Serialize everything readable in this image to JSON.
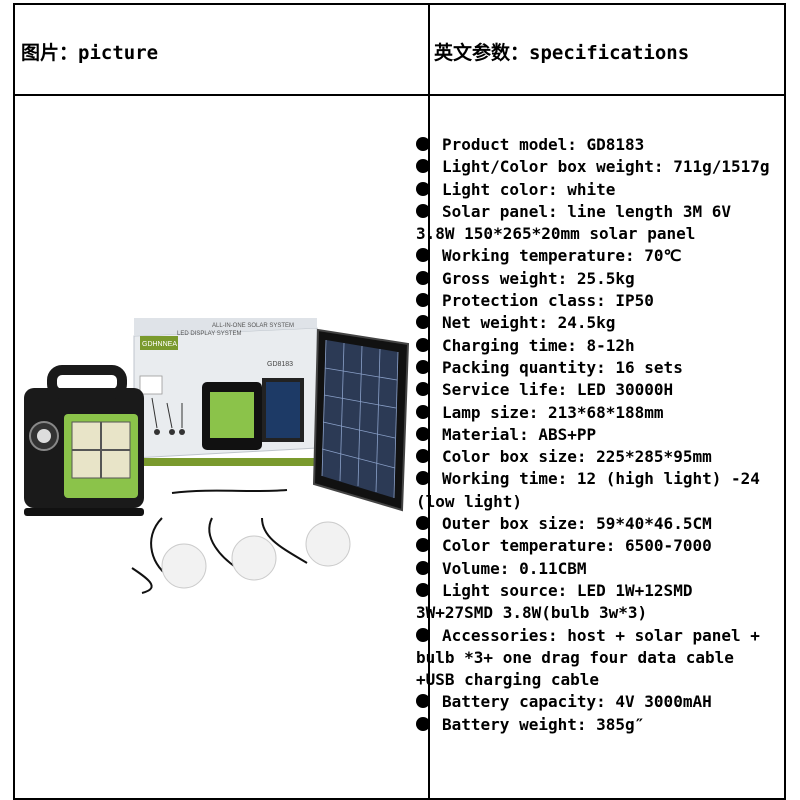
{
  "header": {
    "left": "图片：picture",
    "right": "英文参数：specifications"
  },
  "picture": {
    "box_label": "GD8183",
    "brand": "GDHNNEA",
    "box_title_1": "ALL-IN-ONE SOLAR SYSTEM",
    "box_title_2": "LED DISPLAY SYSTEM"
  },
  "specs": [
    "Product model: GD8183",
    "Light/Color box weight: 711g/1517g",
    "Light color: white",
    "Solar panel: line length 3M 6V 3.8W 150*265*20mm solar panel",
    "Working temperature: 70℃",
    "Gross weight: 25.5kg",
    "Protection class: IP50",
    "Net weight: 24.5kg",
    "Charging time: 8-12h",
    "Packing quantity: 16 sets",
    "Service life: LED 30000H",
    "Lamp size: 213*68*188mm",
    "Material: ABS+PP",
    "Color box size: 225*285*95mm",
    "Working time: 12 (high light) -24 (low light)",
    "Outer box size: 59*40*46.5CM",
    "Color temperature: 6500-7000",
    "Volume: 0.11CBM",
    "Light source: LED 1W+12SMD 3W+27SMD 3.8W(bulb 3w*3)",
    "Accessories: host + solar panel + bulb *3+ one drag four data cable +USB charging cable",
    "Battery capacity: 4V 3000mAH",
    "Battery weight: 385g″"
  ]
}
